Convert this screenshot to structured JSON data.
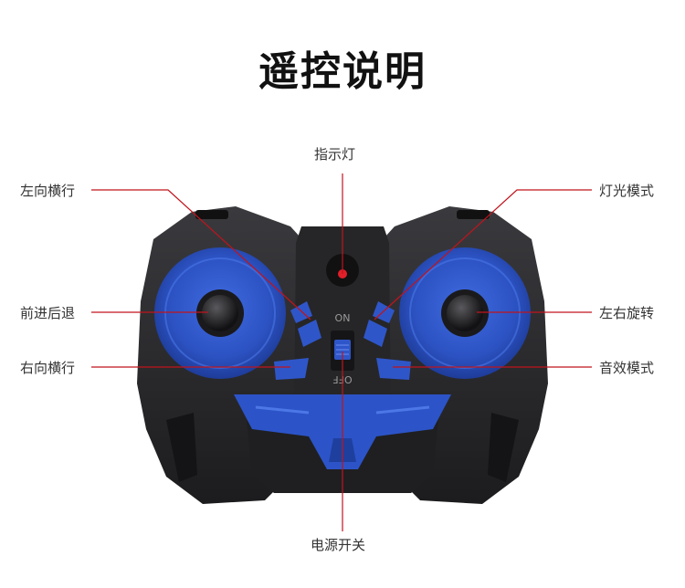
{
  "title": "遥控说明",
  "labels": {
    "indicator": "指示灯",
    "left_strafe": "左向横行",
    "forward_back": "前进后退",
    "right_strafe": "右向横行",
    "light_mode": "灯光模式",
    "rotate": "左右旋转",
    "sound_mode": "音效模式",
    "power_switch": "电源开关"
  },
  "controller_text": {
    "on": "ON",
    "off": "OFF"
  },
  "colors": {
    "line": "#c0141c",
    "body": "#2a2a2c",
    "blue": "#2f56c9",
    "led": "#e0202a"
  }
}
